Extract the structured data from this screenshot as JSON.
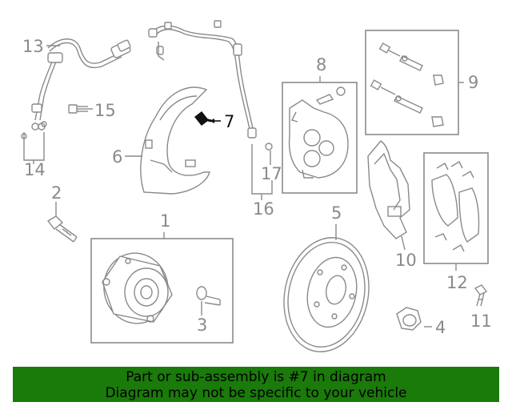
{
  "callouts": {
    "c1": "1",
    "c2": "2",
    "c3": "3",
    "c4": "4",
    "c5": "5",
    "c6": "6",
    "c7": "7",
    "c8": "8",
    "c9": "9",
    "c10": "10",
    "c11": "11",
    "c12": "12",
    "c13": "13",
    "c14": "14",
    "c15": "15",
    "c16": "16",
    "c17": "17"
  },
  "highlighted_part": "7",
  "colors": {
    "line": "#8a8a8a",
    "highlight": "#111111",
    "banner_bg": "#1a7a0a",
    "banner_text": "#000000"
  },
  "banner": {
    "line1": "Part or sub-assembly is #7 in diagram",
    "line2": "Diagram may not be specific to your vehicle"
  }
}
